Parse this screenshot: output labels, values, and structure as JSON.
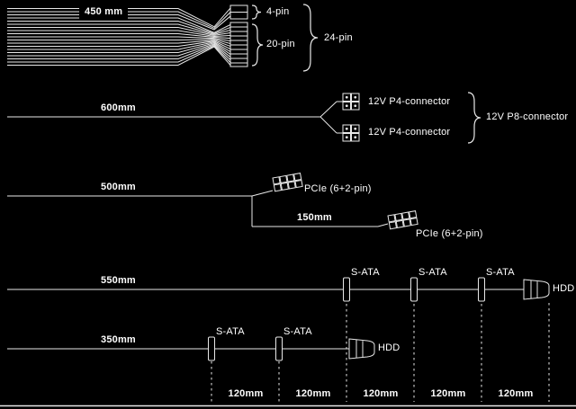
{
  "colors": {
    "background": "#000000",
    "line": "#e8e8e8",
    "text": "#ffffff"
  },
  "diagram": {
    "cables": [
      {
        "length": "450 mm",
        "connector_4pin": "4-pin",
        "connector_20pin": "20-pin",
        "group": "24-pin"
      },
      {
        "length": "600mm",
        "connector_top": "12V P4-connector",
        "connector_bottom": "12V P4-connector",
        "group": "12V P8-connector"
      },
      {
        "length": "500mm",
        "branch_length": "150mm",
        "connector_top": "PCIe (6+2-pin)",
        "connector_bottom": "PCIe (6+2-pin)"
      },
      {
        "length": "550mm",
        "sata_labels": [
          "S-ATA",
          "S-ATA",
          "S-ATA"
        ],
        "end_connector": "HDD"
      },
      {
        "length": "350mm",
        "sata_labels": [
          "S-ATA",
          "S-ATA"
        ],
        "end_connector": "HDD"
      }
    ],
    "scale_segments": [
      "120mm",
      "120mm",
      "120mm",
      "120mm",
      "120mm"
    ]
  }
}
